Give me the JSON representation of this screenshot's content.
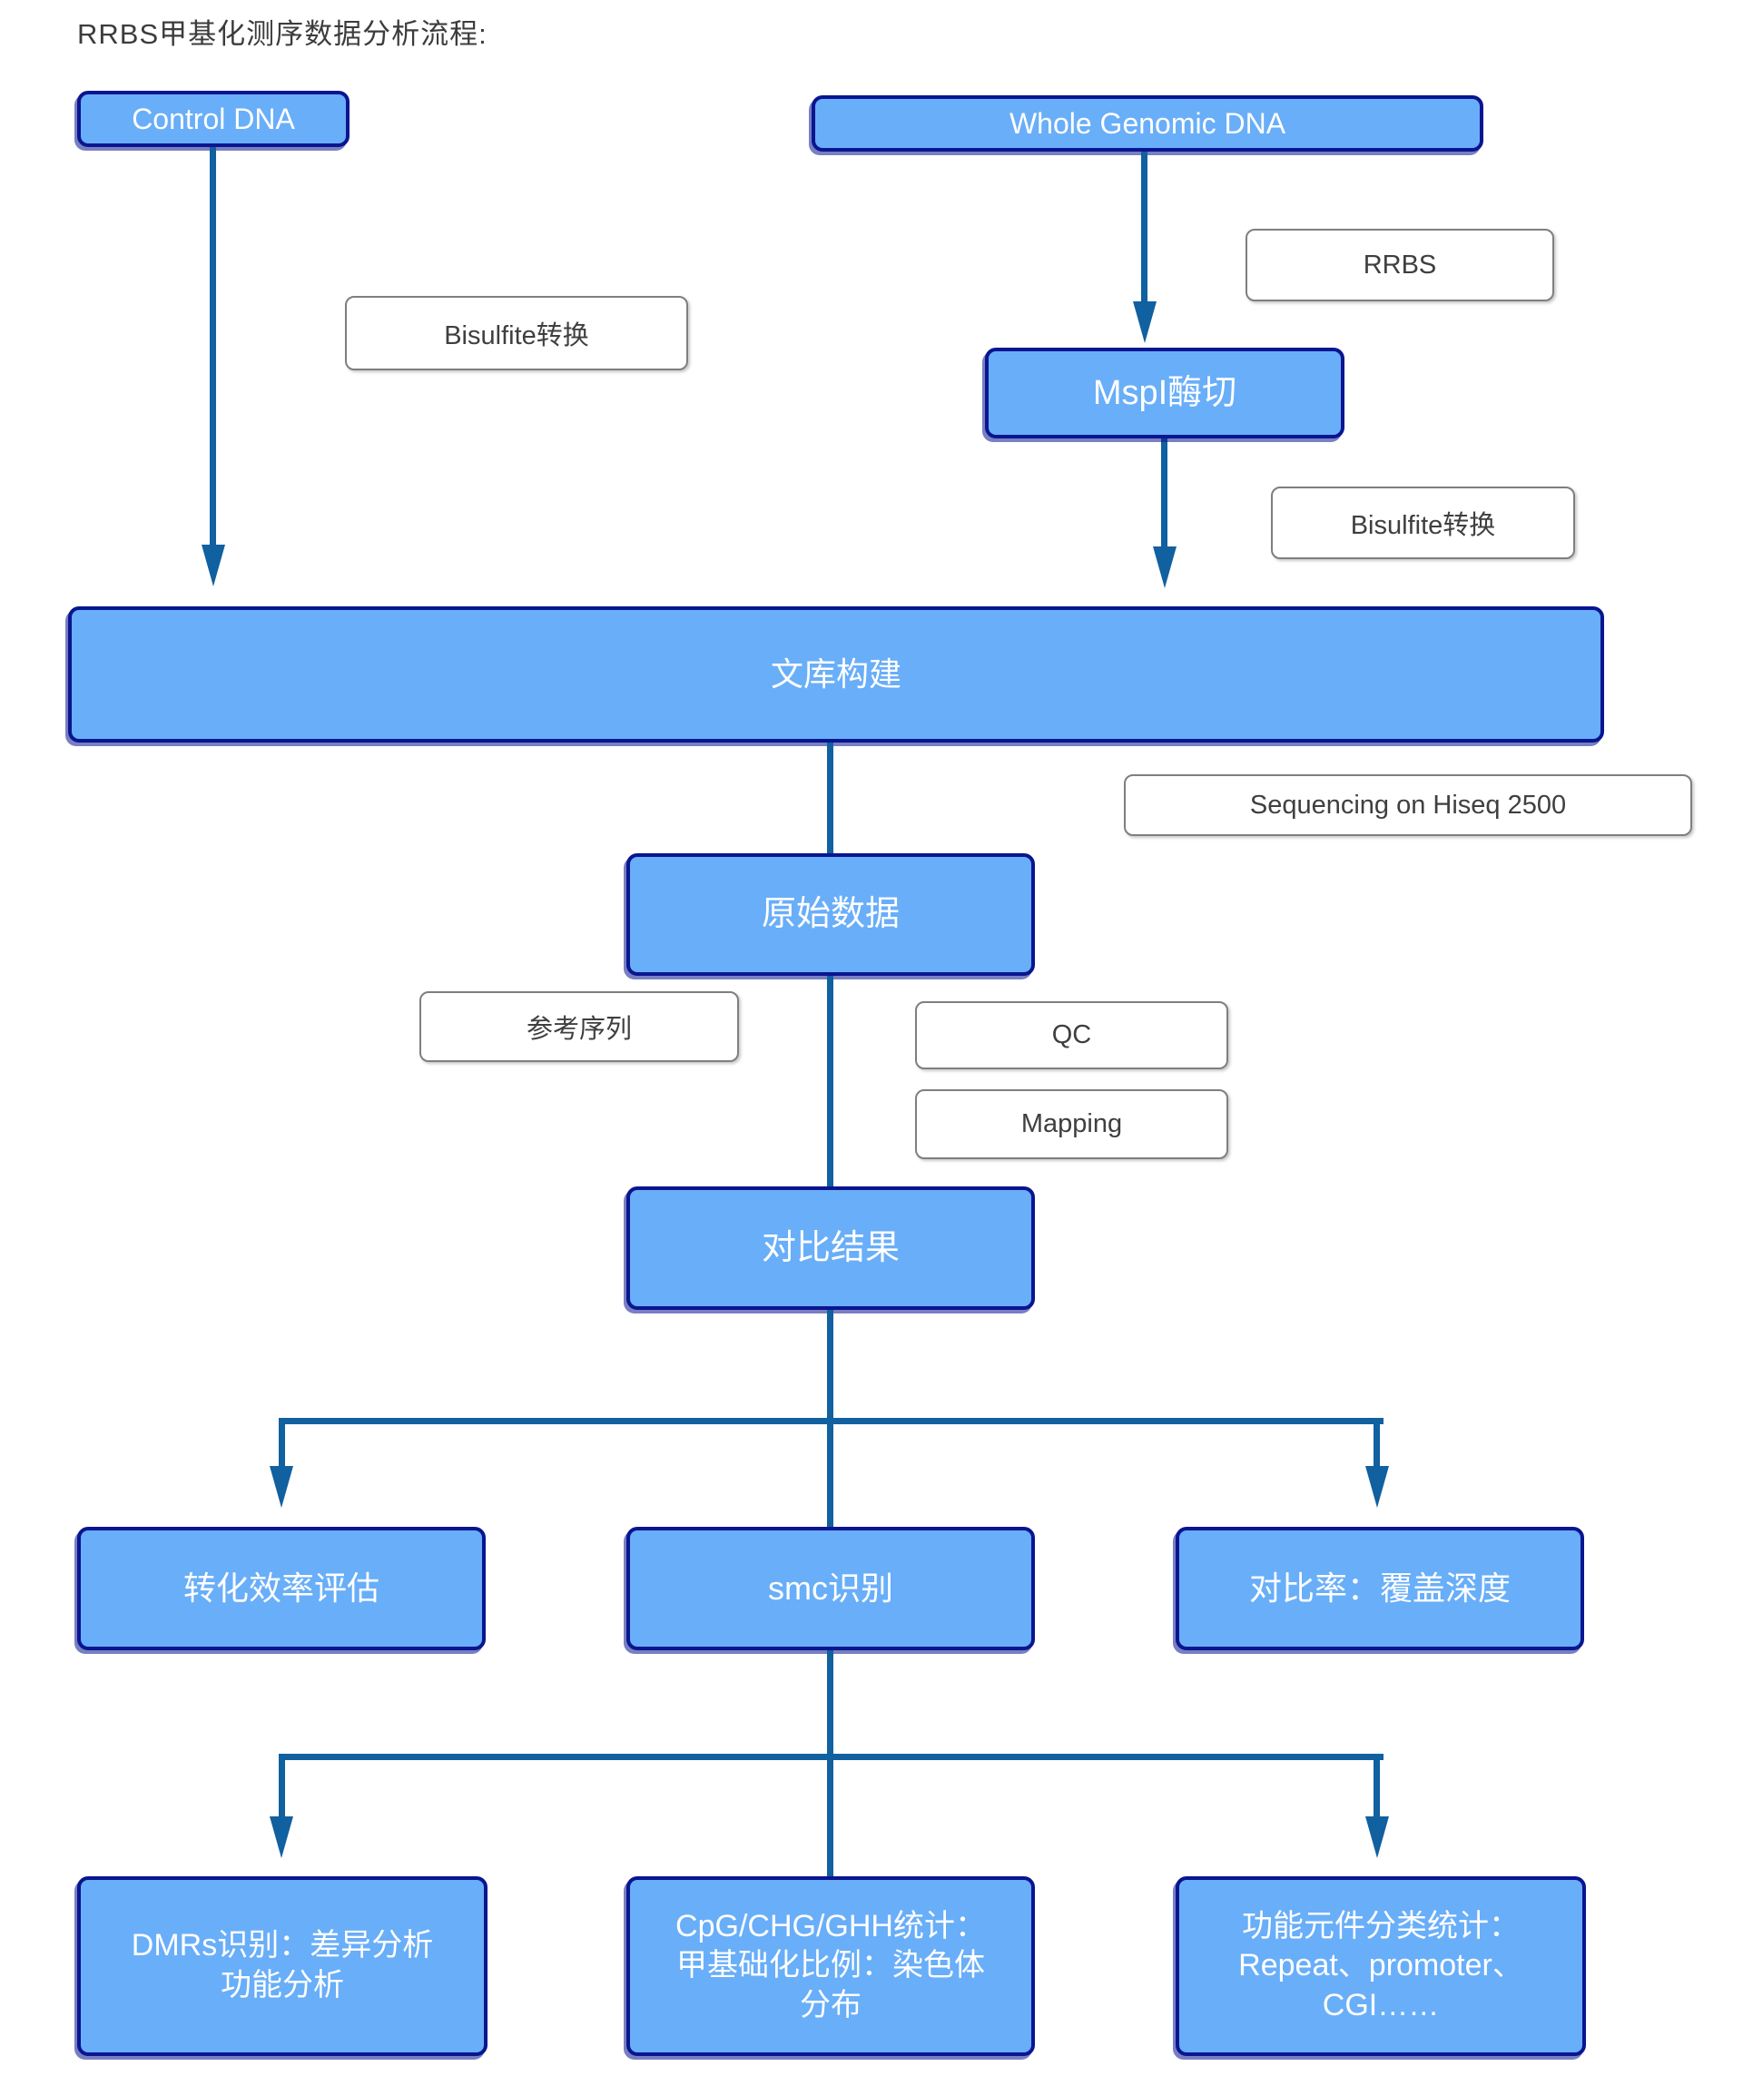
{
  "title": "RRBS甲基化测序数据分析流程:",
  "colors": {
    "node_fill": "#69aef8",
    "node_border": "#0a1590",
    "node_text": "#ffffff",
    "connector": "#1160a0",
    "label_border": "#7f7f7f",
    "label_text": "#3f3f3f",
    "title_text": "#3c3c3c"
  },
  "nodes": {
    "control_dna": {
      "text": "Control DNA"
    },
    "whole_genomic_dna": {
      "text": "Whole Genomic DNA"
    },
    "mspi_digestion": {
      "text": "MspI酶切"
    },
    "library_construction": {
      "text": "文库构建"
    },
    "raw_data": {
      "text": "原始数据"
    },
    "alignment_result": {
      "text": "对比结果"
    },
    "conversion_efficiency": {
      "text": "转化效率评估"
    },
    "smc_identification": {
      "text": "smc识别"
    },
    "alignment_rate_coverage": {
      "text": "对比率：覆盖深度"
    },
    "dmrs": {
      "line1": "DMRs识别：差异分析",
      "line2": "功能分析"
    },
    "cpg_stats": {
      "line1": "CpG/CHG/GHH统计：",
      "line2": "甲基础化比例：染色体",
      "line3": "分布"
    },
    "functional_elements": {
      "line1": "功能元件分类统计：",
      "line2": "Repeat、promoter、",
      "line3": "CGI……"
    }
  },
  "labels": {
    "bisulfite_left": "Bisulfite转换",
    "rrbs": "RRBS",
    "bisulfite_right": "Bisulfite转换",
    "sequencing": "Sequencing on Hiseq 2500",
    "reference_sequence": "参考序列",
    "qc": "QC",
    "mapping": "Mapping"
  }
}
